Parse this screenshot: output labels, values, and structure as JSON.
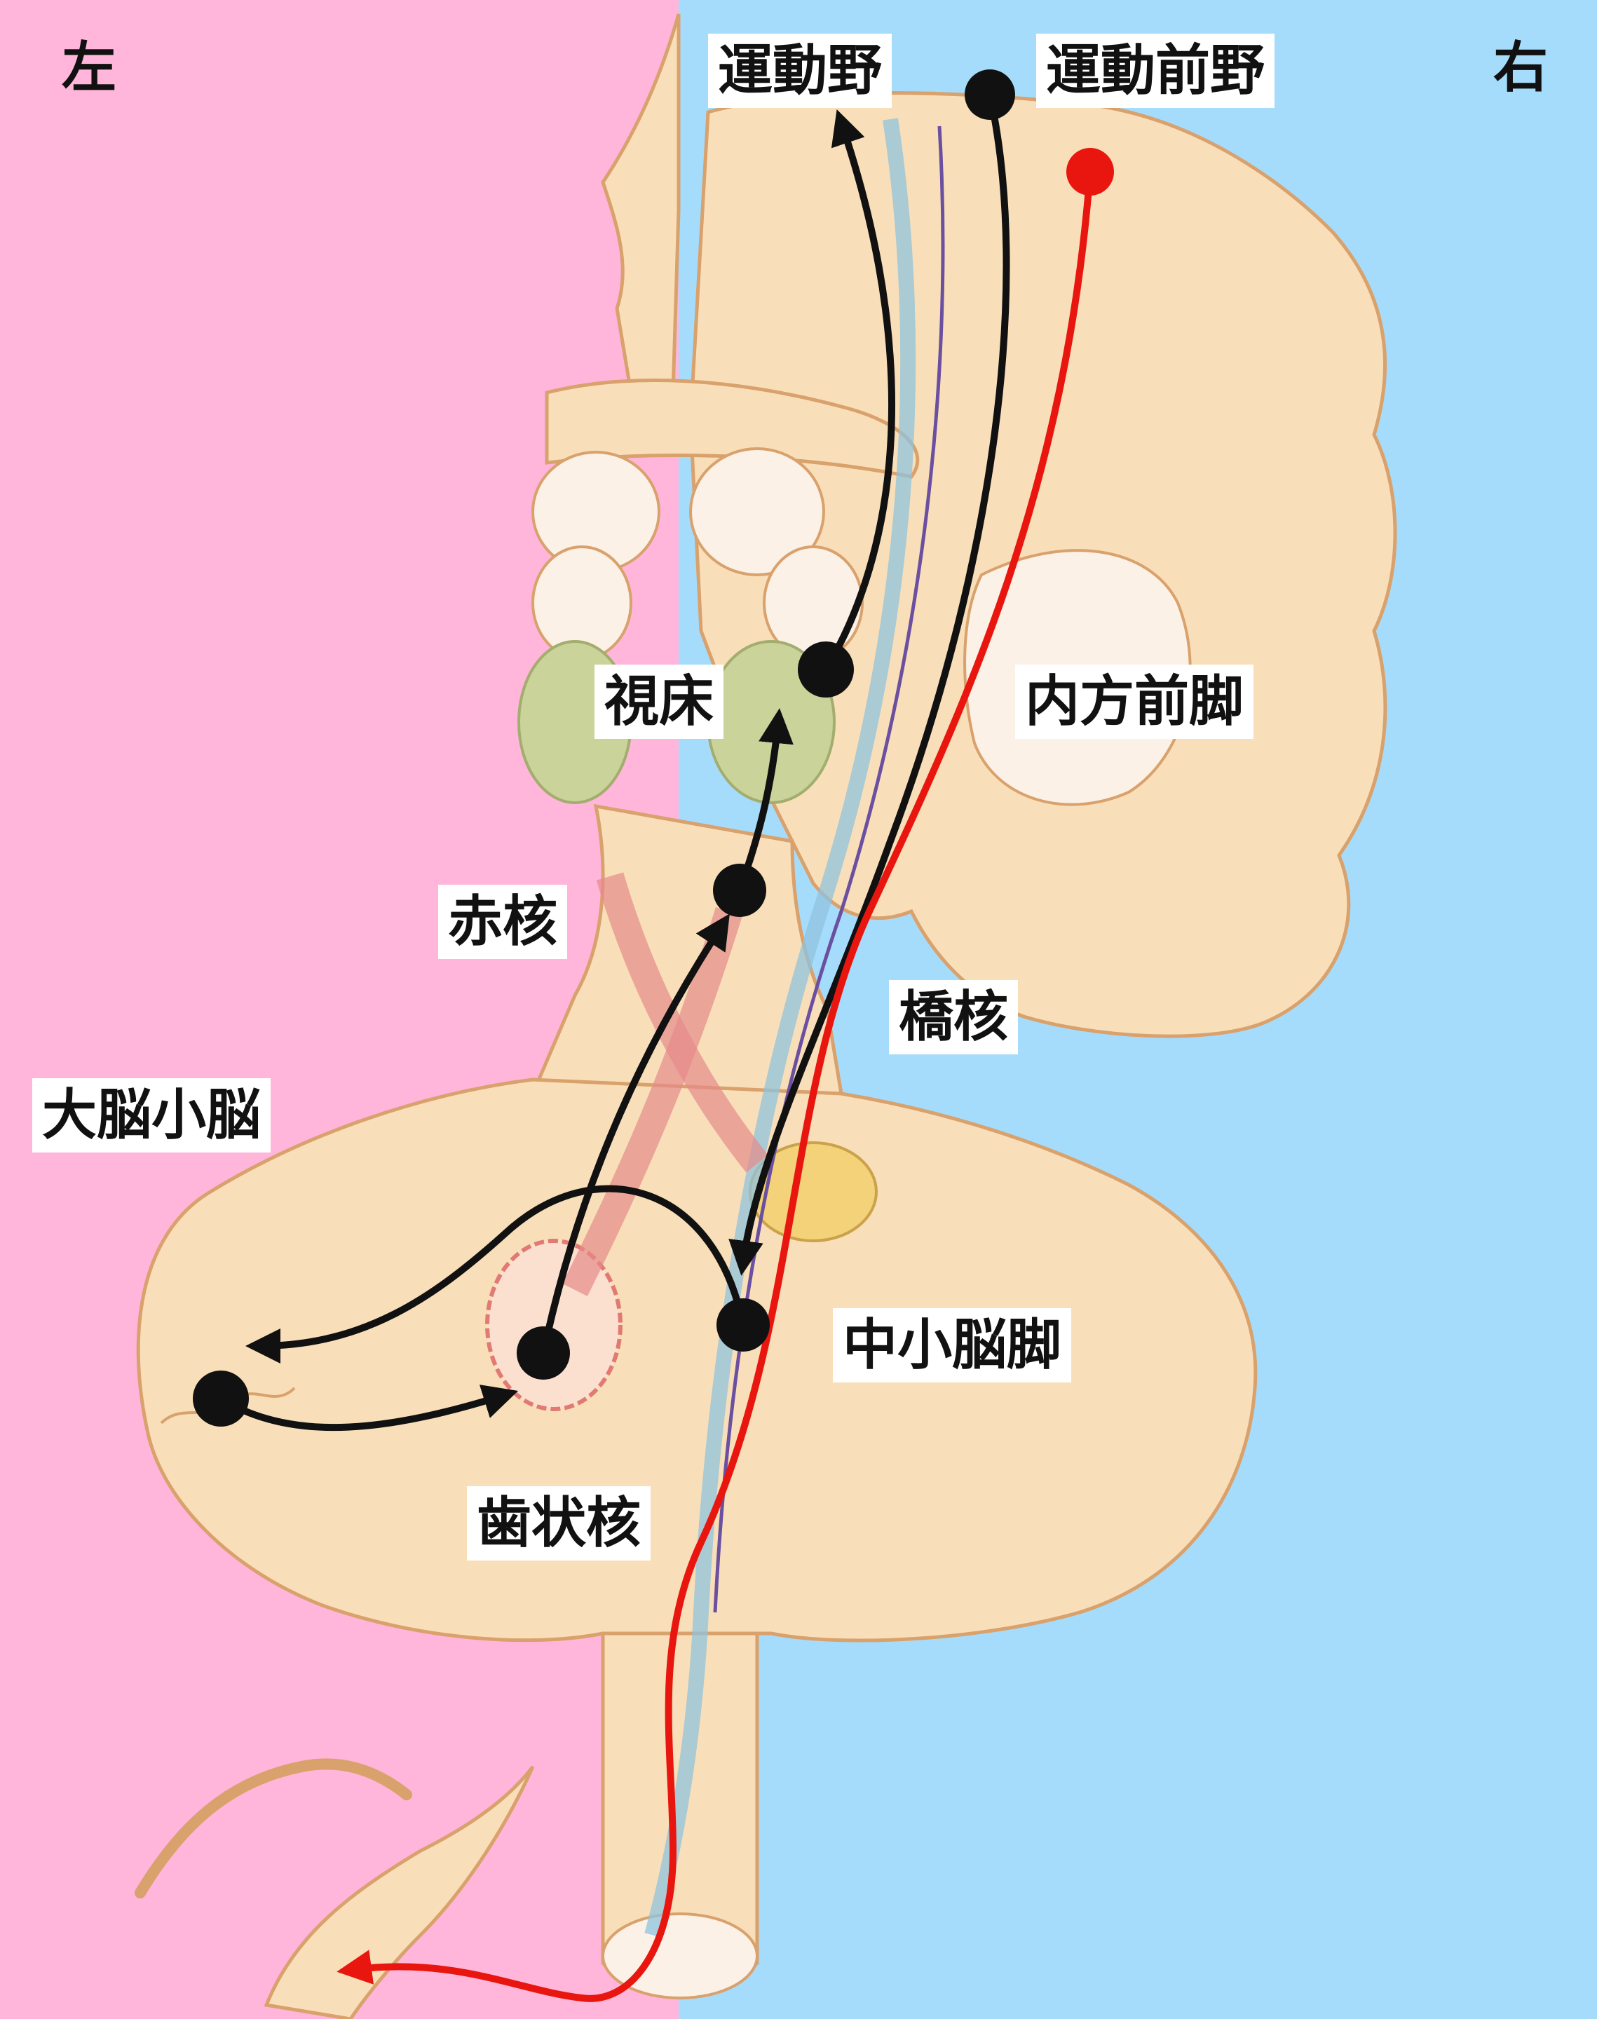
{
  "background": {
    "left_color": "#ffb6da",
    "right_color": "#a6dcfb"
  },
  "sides": {
    "left": "左",
    "right": "右"
  },
  "labels": {
    "motor_cortex": "運動野",
    "premotor_cortex": "運動前野",
    "thalamus": "視床",
    "internal_capsule_anterior_limb": "内方前脚",
    "red_nucleus": "赤核",
    "pontine_nuclei": "橋核",
    "cerebrocerebellum": "大脳小脳",
    "middle_cerebellar_peduncle": "中小脳脚",
    "dentate_nucleus": "歯状核"
  },
  "colors": {
    "tissue": "#f9dfb9",
    "tissue_outline": "#d9a16c",
    "thalamus": "#c9d39a",
    "pathway_black": "#111111",
    "pathway_red": "#e8160f",
    "fiber_blue": "#8fc3dd",
    "fiber_purple": "#6b4fa0"
  }
}
